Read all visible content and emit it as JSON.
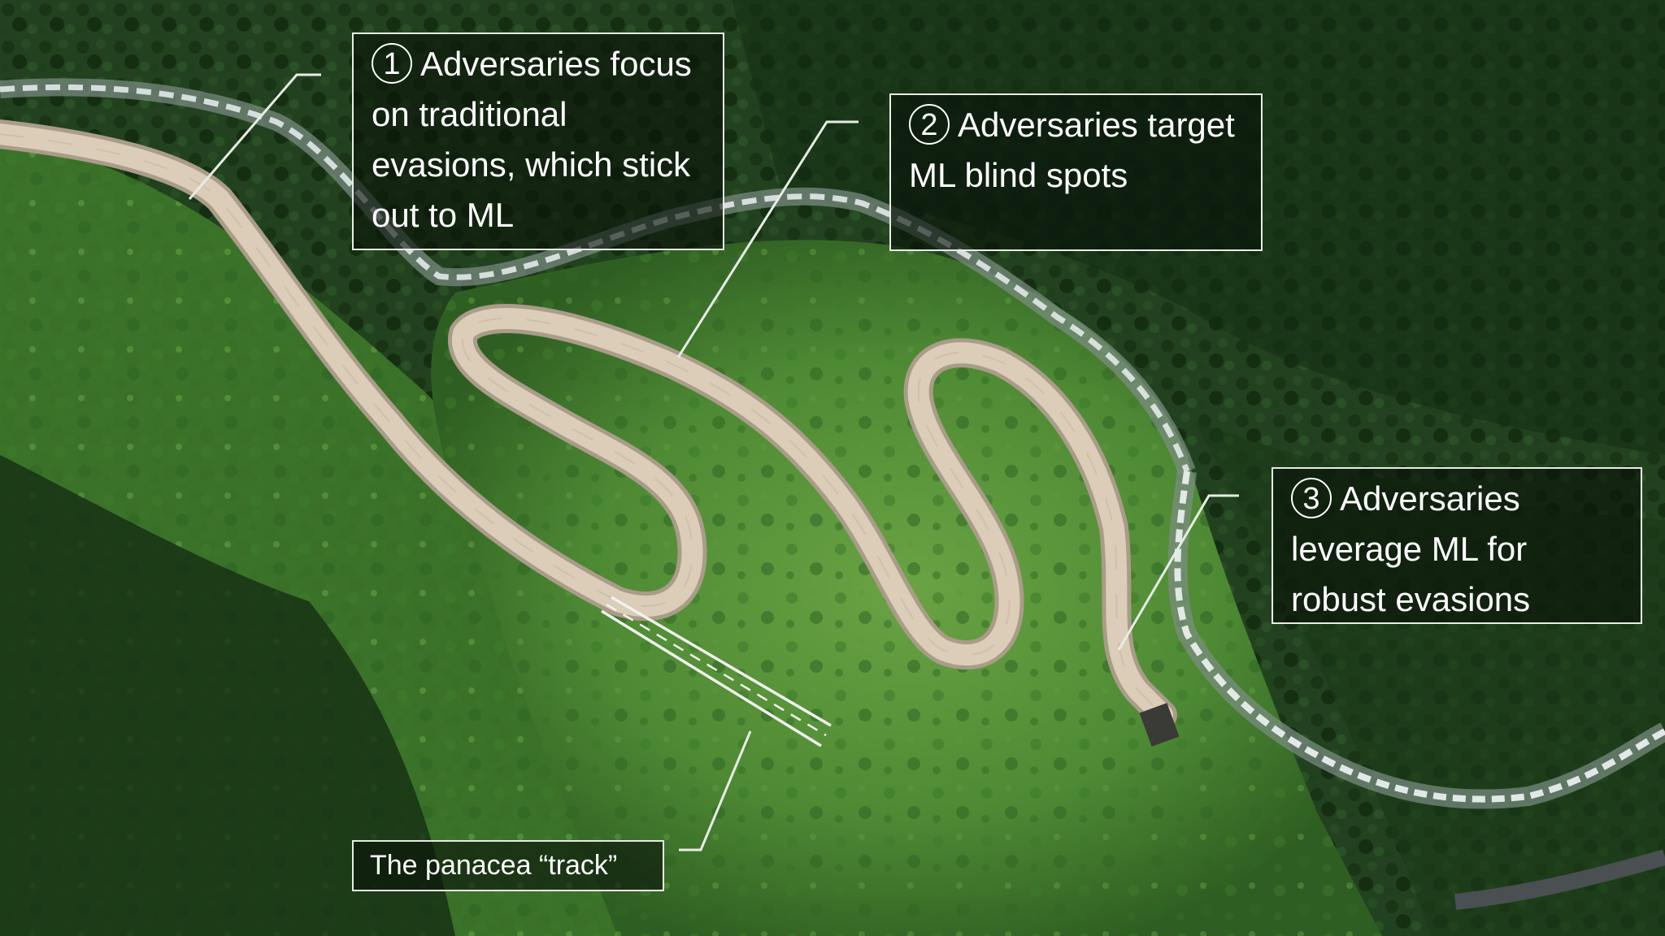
{
  "colors": {
    "forest_dark": "#1d3a1b",
    "meadow": "#4e8a34",
    "road": "#d9c9b3",
    "river": "#dfe6e9",
    "callout_border": "#e8ece6"
  },
  "callouts": [
    {
      "number": "1",
      "text": "Adversaries focus on traditional evasions, which stick out to ML"
    },
    {
      "number": "2",
      "text": "Adversaries target ML blind spots"
    },
    {
      "number": "3",
      "text": "Adversaries leverage ML for robust evasions"
    }
  ],
  "track_label": "The panacea “track”"
}
